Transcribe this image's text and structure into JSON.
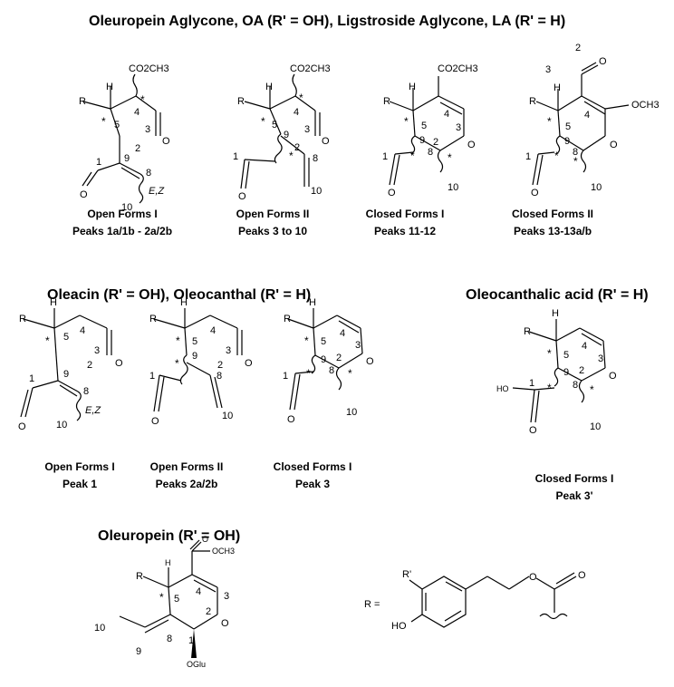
{
  "titles": {
    "t1": "Oleuropein Aglycone, OA (R' = OH),   Ligstroside Aglycone, LA (R' = H)",
    "t2": "Oleacin (R' = OH), Oleocanthal (R' = H)",
    "t3": "Oleocanthalic acid (R' = H)",
    "t4": "Oleuropein (R' = OH)"
  },
  "structures": [
    {
      "form": "Open Forms I",
      "peaks": "Peaks 1a/1b - 2a/2b"
    },
    {
      "form": "Open Forms II",
      "peaks": "Peaks 3 to 10"
    },
    {
      "form": "Closed Forms I",
      "peaks": "Peaks 11-12"
    },
    {
      "form": "Closed Forms II",
      "peaks": "Peaks 13-13a/b"
    },
    {
      "form": "Open Forms I",
      "peaks": "Peak 1"
    },
    {
      "form": "Open Forms II",
      "peaks": "Peaks 2a/2b"
    },
    {
      "form": "Closed Forms I",
      "peaks": "Peak 3"
    },
    {
      "form": "Closed Forms I",
      "peaks": "Peak 3'"
    }
  ],
  "labels": {
    "co2ch3": "CO2CH3",
    "och3": "OCH3",
    "och3_small": "OCH3",
    "r": "R",
    "r_eq": "R =",
    "r_prime": "R'",
    "ho": "HO",
    "h": "H",
    "o": "O",
    "oglu": "OGlu",
    "ez": "E,Z",
    "star": "*",
    "n1": "1",
    "n2": "2",
    "n3": "3",
    "n4": "4",
    "n5": "5",
    "n8": "8",
    "n9": "9",
    "n10": "10"
  }
}
